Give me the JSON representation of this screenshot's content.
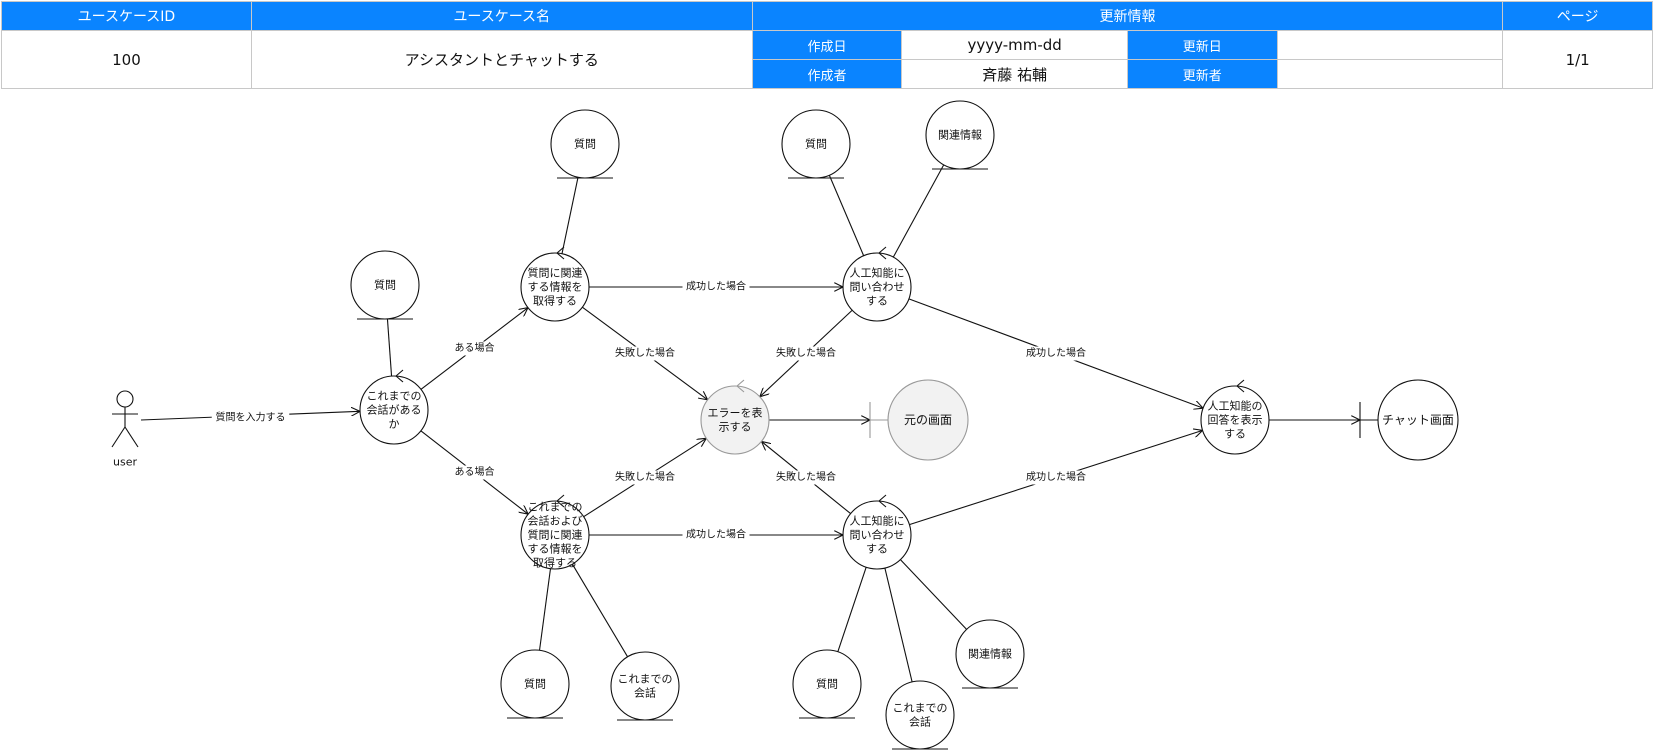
{
  "header": {
    "col_usecase_id": "ユースケースID",
    "col_usecase_name": "ユースケース名",
    "col_update_info": "更新情報",
    "col_page": "ページ",
    "usecase_id": "100",
    "usecase_name": "アシスタントとチャットする",
    "created_date_label": "作成日",
    "created_date": "yyyy-mm-dd",
    "updated_date_label": "更新日",
    "updated_date": "",
    "author_label": "作成者",
    "author": "斉藤 祐輔",
    "updater_label": "更新者",
    "updater": "",
    "page": "1/1"
  },
  "diagram": {
    "actor": "user",
    "controls": {
      "has_history": [
        "これまでの",
        "会話がある",
        "か"
      ],
      "get_info_q": [
        "質問に関連",
        "する情報を",
        "取得する"
      ],
      "get_info_hist": [
        "これまでの",
        "会話および",
        "質問に関連",
        "する情報を",
        "取得する"
      ],
      "ask_ai_top": [
        "人工知能に",
        "問い合わせ",
        "する"
      ],
      "ask_ai_bottom": [
        "人工知能に",
        "問い合わせ",
        "する"
      ],
      "show_error": [
        "エラーを表",
        "示する"
      ],
      "show_answer": [
        "人工知能の",
        "回答を表示",
        "する"
      ]
    },
    "boundaries": {
      "original_screen": "元の画面",
      "chat_screen": "チャット画面"
    },
    "entities": {
      "q_hist": "質問",
      "q_get_top": "質問",
      "q_ai_top": "質問",
      "rel_ai_top": "関連情報",
      "q_get_bottom": "質問",
      "hist_get_bottom": [
        "これまでの",
        "会話"
      ],
      "q_ai_bottom": "質問",
      "hist_ai_bottom": [
        "これまでの",
        "会話"
      ],
      "rel_ai_bottom": "関連情報"
    },
    "edge_labels": {
      "input": "質問を入力する",
      "exists_top": "ある場合",
      "exists_bottom": "ある場合",
      "success_top_mid": "成功した場合",
      "success_bottom_mid": "成功した場合",
      "fail_get_top": "失敗した場合",
      "fail_get_bottom": "失敗した場合",
      "fail_ai_top": "失敗した場合",
      "fail_ai_bottom": "失敗した場合",
      "success_ai_top": "成功した場合",
      "success_ai_bottom": "成功した場合"
    },
    "colors": {
      "header_blue": "#0a84ff",
      "error_fill": "#f2f2f2",
      "line": "#111111"
    }
  }
}
